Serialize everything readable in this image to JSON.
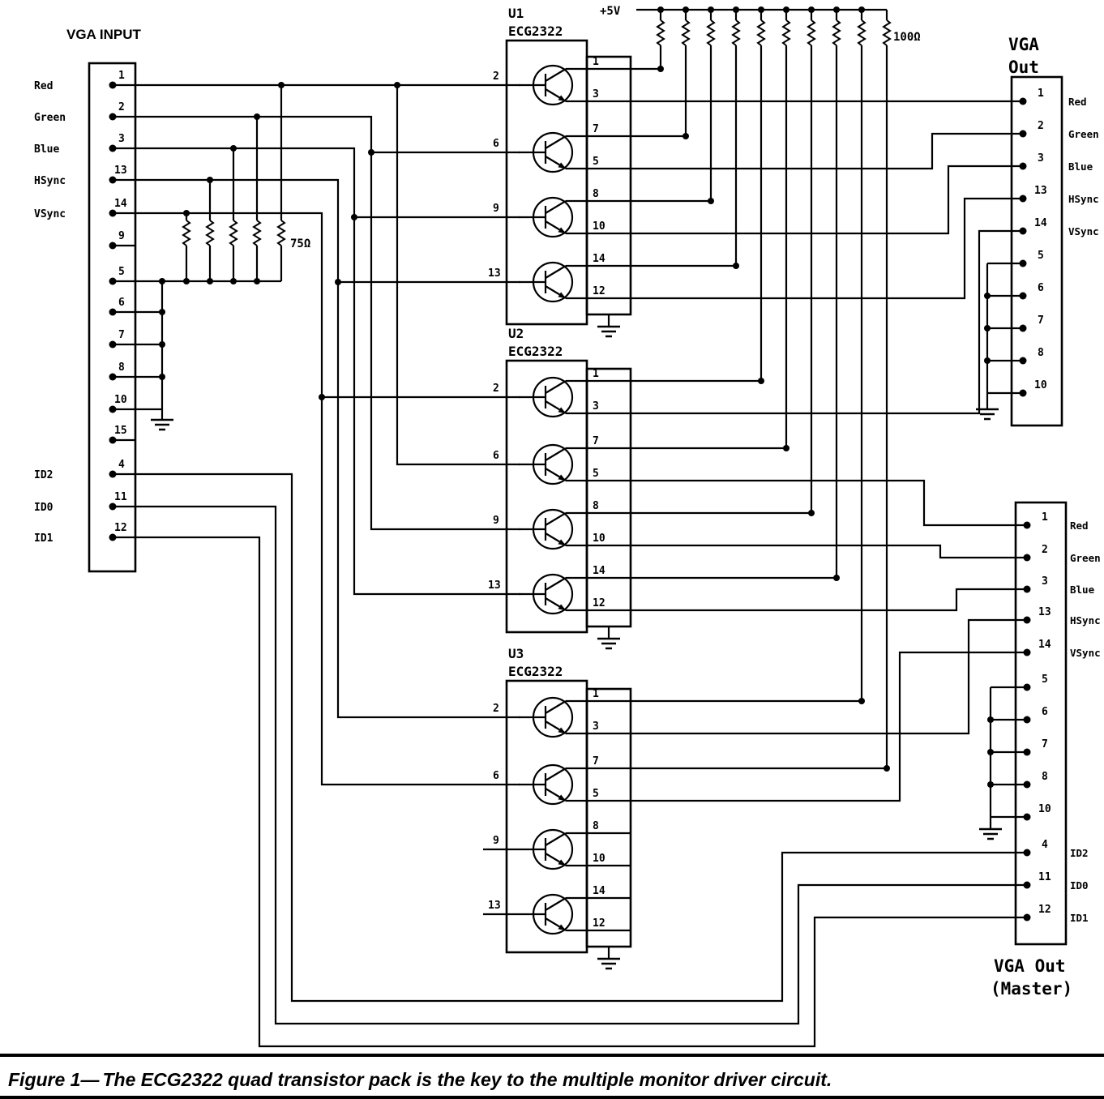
{
  "figure": {
    "label": "Figure 1—",
    "caption": "The ECG2322 quad transistor pack is the key to the multiple monitor driver circuit."
  },
  "power": {
    "rail": "+5V",
    "pullup": "100Ω"
  },
  "termination": {
    "value": "75Ω"
  },
  "vga_input": {
    "title": "VGA INPUT",
    "pins": [
      {
        "num": "1",
        "label": "Red"
      },
      {
        "num": "2",
        "label": "Green"
      },
      {
        "num": "3",
        "label": "Blue"
      },
      {
        "num": "13",
        "label": "HSync"
      },
      {
        "num": "14",
        "label": "VSync"
      },
      {
        "num": "9",
        "label": ""
      },
      {
        "num": "5",
        "label": ""
      },
      {
        "num": "6",
        "label": ""
      },
      {
        "num": "7",
        "label": ""
      },
      {
        "num": "8",
        "label": ""
      },
      {
        "num": "10",
        "label": ""
      },
      {
        "num": "15",
        "label": ""
      },
      {
        "num": "4",
        "label": "ID2"
      },
      {
        "num": "11",
        "label": "ID0"
      },
      {
        "num": "12",
        "label": "ID1"
      }
    ]
  },
  "ics": [
    {
      "ref": "U1",
      "part": "ECG2322",
      "inputs": [
        "2",
        "6",
        "9",
        "13"
      ],
      "outputs": [
        "1",
        "3",
        "7",
        "5",
        "8",
        "10",
        "14",
        "12"
      ]
    },
    {
      "ref": "U2",
      "part": "ECG2322",
      "inputs": [
        "2",
        "6",
        "9",
        "13"
      ],
      "outputs": [
        "1",
        "3",
        "7",
        "5",
        "8",
        "10",
        "14",
        "12"
      ]
    },
    {
      "ref": "U3",
      "part": "ECG2322",
      "inputs": [
        "2",
        "6",
        "9",
        "13"
      ],
      "outputs": [
        "1",
        "3",
        "7",
        "5",
        "8",
        "10",
        "14",
        "12"
      ]
    }
  ],
  "vga_out": {
    "title": [
      "VGA",
      "Out"
    ],
    "pins": [
      {
        "num": "1",
        "label": "Red"
      },
      {
        "num": "2",
        "label": "Green"
      },
      {
        "num": "3",
        "label": "Blue"
      },
      {
        "num": "13",
        "label": "HSync"
      },
      {
        "num": "14",
        "label": "VSync"
      },
      {
        "num": "5",
        "label": ""
      },
      {
        "num": "6",
        "label": ""
      },
      {
        "num": "7",
        "label": ""
      },
      {
        "num": "8",
        "label": ""
      },
      {
        "num": "10",
        "label": ""
      }
    ]
  },
  "vga_out_master": {
    "title": [
      "VGA Out",
      "(Master)"
    ],
    "pins": [
      {
        "num": "1",
        "label": "Red"
      },
      {
        "num": "2",
        "label": "Green"
      },
      {
        "num": "3",
        "label": "Blue"
      },
      {
        "num": "13",
        "label": "HSync"
      },
      {
        "num": "14",
        "label": "VSync"
      },
      {
        "num": "5",
        "label": ""
      },
      {
        "num": "6",
        "label": ""
      },
      {
        "num": "7",
        "label": ""
      },
      {
        "num": "8",
        "label": ""
      },
      {
        "num": "10",
        "label": ""
      },
      {
        "num": "4",
        "label": "ID2"
      },
      {
        "num": "11",
        "label": "ID0"
      },
      {
        "num": "12",
        "label": "ID1"
      }
    ]
  }
}
